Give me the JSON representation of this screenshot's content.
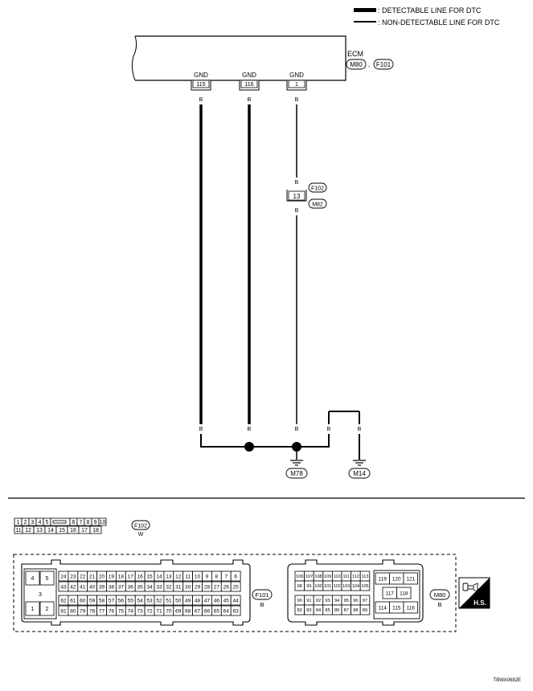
{
  "legend": {
    "detectable": ": DETECTABLE LINE FOR DTC",
    "non_detectable": ": NON-DETECTABLE LINE FOR DTC"
  },
  "ecm": {
    "label": "ECM",
    "connector_a": "M80",
    "separator": ",",
    "connector_b": "F101",
    "terminals": [
      {
        "name": "GND",
        "pin": "115",
        "wire": "B"
      },
      {
        "name": "GND",
        "pin": "116",
        "wire": "B"
      },
      {
        "name": "GND",
        "pin": "1",
        "wire": "B"
      }
    ]
  },
  "joint": {
    "wire_top": "B",
    "pin": "13",
    "connector_f": "F102",
    "connector_m": "M82",
    "wire_bottom": "B"
  },
  "bottom_wires": [
    "B",
    "B",
    "B",
    "B",
    "B"
  ],
  "grounds": [
    "M78",
    "M14"
  ],
  "f102_connector": {
    "row1": [
      "1",
      "2",
      "3",
      "4",
      "5",
      "",
      "6",
      "7",
      "8",
      "9",
      "10"
    ],
    "row2": [
      "11",
      "12",
      "13",
      "14",
      "15",
      "16",
      "17",
      "18"
    ],
    "id": "F102",
    "color": "W"
  },
  "f101_connector": {
    "left_top": [
      "4",
      "5"
    ],
    "left_mid": "3",
    "left_bot": [
      "1",
      "2"
    ],
    "row1": [
      "24",
      "23",
      "22",
      "21",
      "20",
      "19",
      "18",
      "17",
      "16",
      "15",
      "14",
      "13",
      "12",
      "11",
      "10",
      "9",
      "8",
      "7",
      "6"
    ],
    "row2": [
      "43",
      "42",
      "41",
      "40",
      "39",
      "38",
      "37",
      "36",
      "35",
      "34",
      "33",
      "32",
      "31",
      "30",
      "29",
      "28",
      "27",
      "26",
      "25"
    ],
    "row3": [
      "62",
      "61",
      "60",
      "59",
      "58",
      "57",
      "56",
      "55",
      "54",
      "53",
      "52",
      "51",
      "50",
      "49",
      "48",
      "47",
      "46",
      "45",
      "44"
    ],
    "row4": [
      "81",
      "80",
      "79",
      "78",
      "77",
      "76",
      "75",
      "74",
      "73",
      "72",
      "71",
      "70",
      "69",
      "68",
      "67",
      "66",
      "65",
      "64",
      "63"
    ],
    "id": "F101",
    "color": "B"
  },
  "m80_connector": {
    "row1": [
      "106",
      "107",
      "108",
      "109",
      "110",
      "111",
      "112",
      "113"
    ],
    "row2": [
      "98",
      "99",
      "100",
      "101",
      "102",
      "103",
      "104",
      "105"
    ],
    "row3": [
      "90",
      "91",
      "92",
      "93",
      "94",
      "95",
      "96",
      "97"
    ],
    "row4": [
      "82",
      "83",
      "84",
      "85",
      "86",
      "87",
      "88",
      "89"
    ],
    "right_top": [
      "119",
      "120",
      "121"
    ],
    "right_mid": [
      "117",
      "118"
    ],
    "right_bot": [
      "114",
      "115",
      "116"
    ],
    "id": "M80",
    "color": "B"
  },
  "hs_label": "H.S.",
  "code": "TBWA0682E"
}
